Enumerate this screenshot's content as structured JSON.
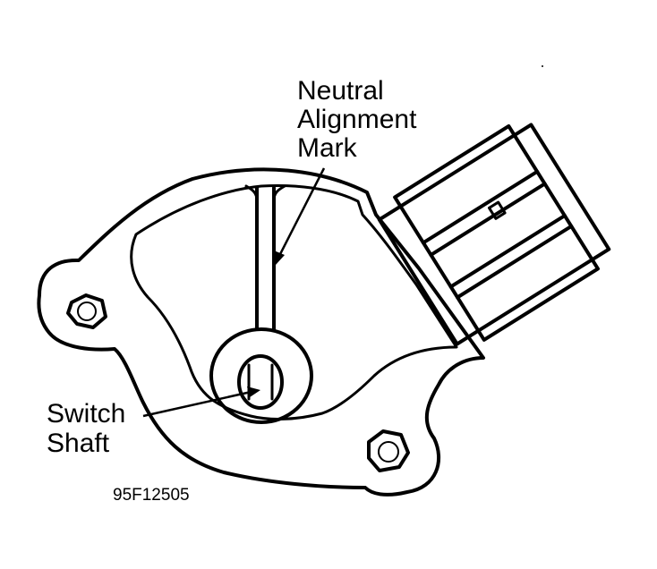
{
  "labels": {
    "neutral_line1": "Neutral",
    "neutral_line2": "Alignment",
    "neutral_line3": "Mark",
    "shaft_line1": "Switch",
    "shaft_line2": "Shaft",
    "figure_code": "95F12505"
  }
}
